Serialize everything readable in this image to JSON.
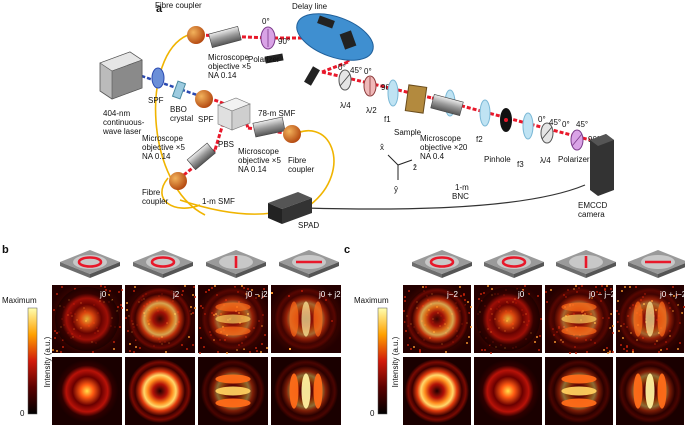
{
  "panels": {
    "a": "a",
    "b": "b",
    "c": "c"
  },
  "setup": {
    "fibre_coupler_top": "Fibre coupler",
    "objective_top": [
      "Microscope",
      "objective ×5",
      "NA 0.14"
    ],
    "polarizer_top": "Polarizer",
    "delay_line": "Delay line",
    "laser": [
      "404-nm",
      "continuous-",
      "wave laser"
    ],
    "spf1": "SPF",
    "spf2": "SPF",
    "bbo": [
      "BBO",
      "crystal"
    ],
    "pbs": "PBS",
    "smf78": "78-m SMF",
    "objective_mid": [
      "Microscope",
      "objective ×5",
      "NA 0.14"
    ],
    "fibre_coupler_mid": [
      "Fibre",
      "coupler"
    ],
    "objective_left": [
      "Microscope",
      "objective ×5",
      "NA 0.14"
    ],
    "fibre_coupler_left": [
      "Fibre",
      "coupler"
    ],
    "smf1": "1-m SMF",
    "spad": "SPAD",
    "bnc": [
      "1-m",
      "BNC"
    ],
    "sample": "Sample",
    "objective_x20": [
      "Microscope",
      "objective ×20",
      "NA 0.4"
    ],
    "pinhole": "Pinhole",
    "polarizer_right": "Polarizer",
    "emccd": [
      "EMCCD",
      "camera"
    ],
    "f1": "f1",
    "f2": "f2",
    "f3": "f3",
    "qwp": "λ/4",
    "hwp": "λ/2",
    "angles": [
      "0°",
      "45°",
      "90°"
    ],
    "axes": [
      "x̂",
      "ẑ",
      "ŷ"
    ]
  },
  "intensity_label": "Intensity (a.u.)",
  "colorbar": {
    "max": "Maximum",
    "min": "0"
  },
  "panel_b_labels": [
    "j0",
    "j2",
    "j0 − j2",
    "j0 + j2"
  ],
  "panel_c_labels": [
    "j−2",
    "j0",
    "j0 − j−2",
    "j0 + j−2"
  ],
  "colors": {
    "beam": "#e8182a",
    "blue_beam": "#2a49b0",
    "fibre": "#f0b400",
    "delay": "#3f8fd0"
  }
}
